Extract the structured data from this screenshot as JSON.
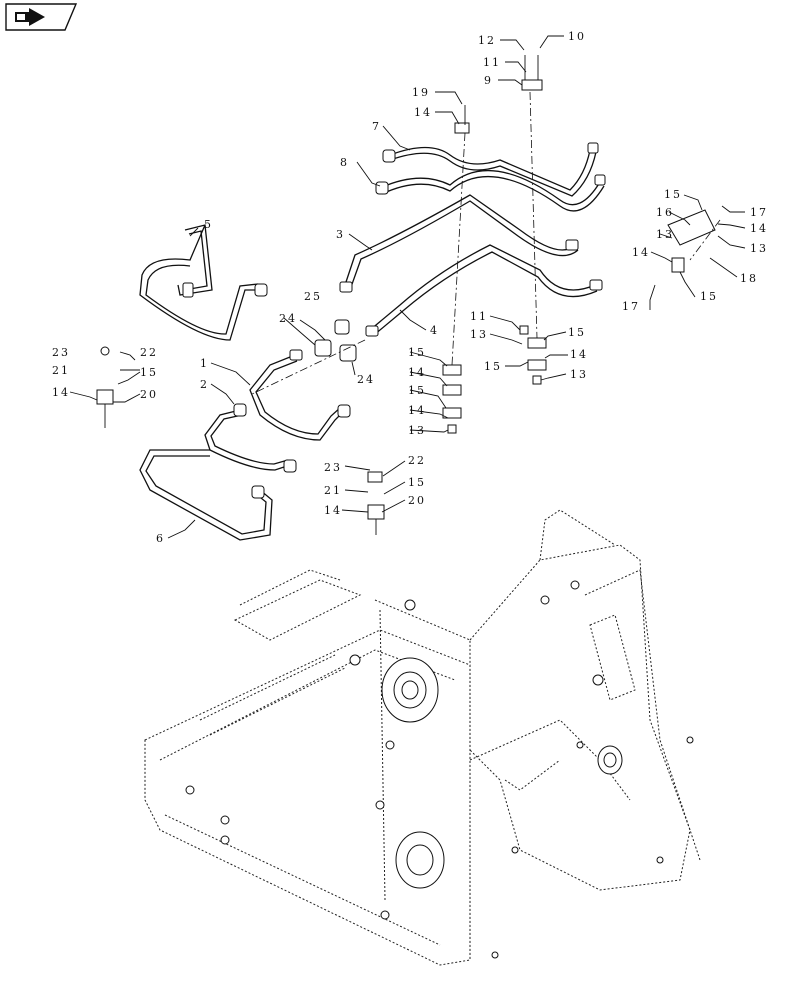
{
  "nav": {
    "icon": "arrow-right-icon"
  },
  "callouts": {
    "c1": "1",
    "c2": "2",
    "c3": "3",
    "c4": "4",
    "c5": "5",
    "c6": "6",
    "c7": "7",
    "c8": "8",
    "c9": "9",
    "c10": "10",
    "c11": "11",
    "c12": "12",
    "c13": "13",
    "c14": "14",
    "c15": "15",
    "c16": "16",
    "c17": "17",
    "c18": "18",
    "c19": "19",
    "c20": "20",
    "c21": "21",
    "c22": "22",
    "c23": "23",
    "c24": "24",
    "c25": "25"
  }
}
